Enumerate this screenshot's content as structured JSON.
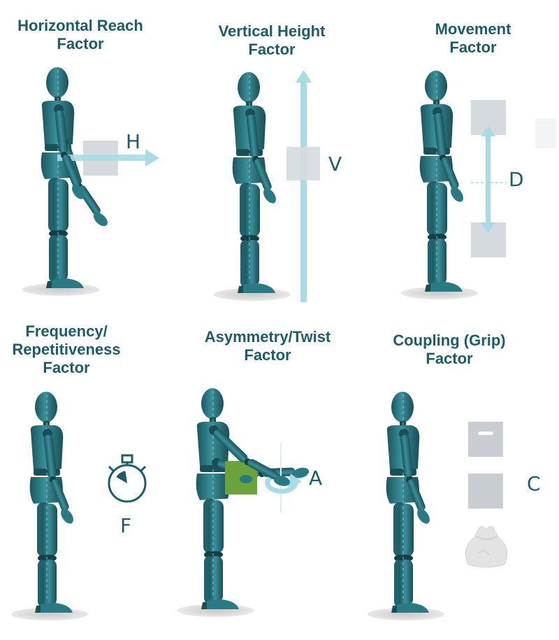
{
  "panels": [
    {
      "title": "Horizontal Reach\nFactor",
      "letter": "H"
    },
    {
      "title": "Vertical Height\nFactor",
      "letter": "V"
    },
    {
      "title": "Movement\nFactor",
      "letter": "D"
    },
    {
      "title": "Frequency/\nRepetitiveness\nFactor",
      "letter": "F"
    },
    {
      "title": "Asymmetry/Twist\nFactor",
      "letter": "A"
    },
    {
      "title": "Coupling (Grip)\nFactor",
      "letter": "C"
    }
  ],
  "colors": {
    "title": "#1d5c6b",
    "figure": "#2a7a85",
    "figure_dark": "#1a4f57",
    "arrow": "#a8dbe6",
    "box": "#d5dadf",
    "box_green": "#6aa33a",
    "shadow": "#d6d6d6"
  }
}
